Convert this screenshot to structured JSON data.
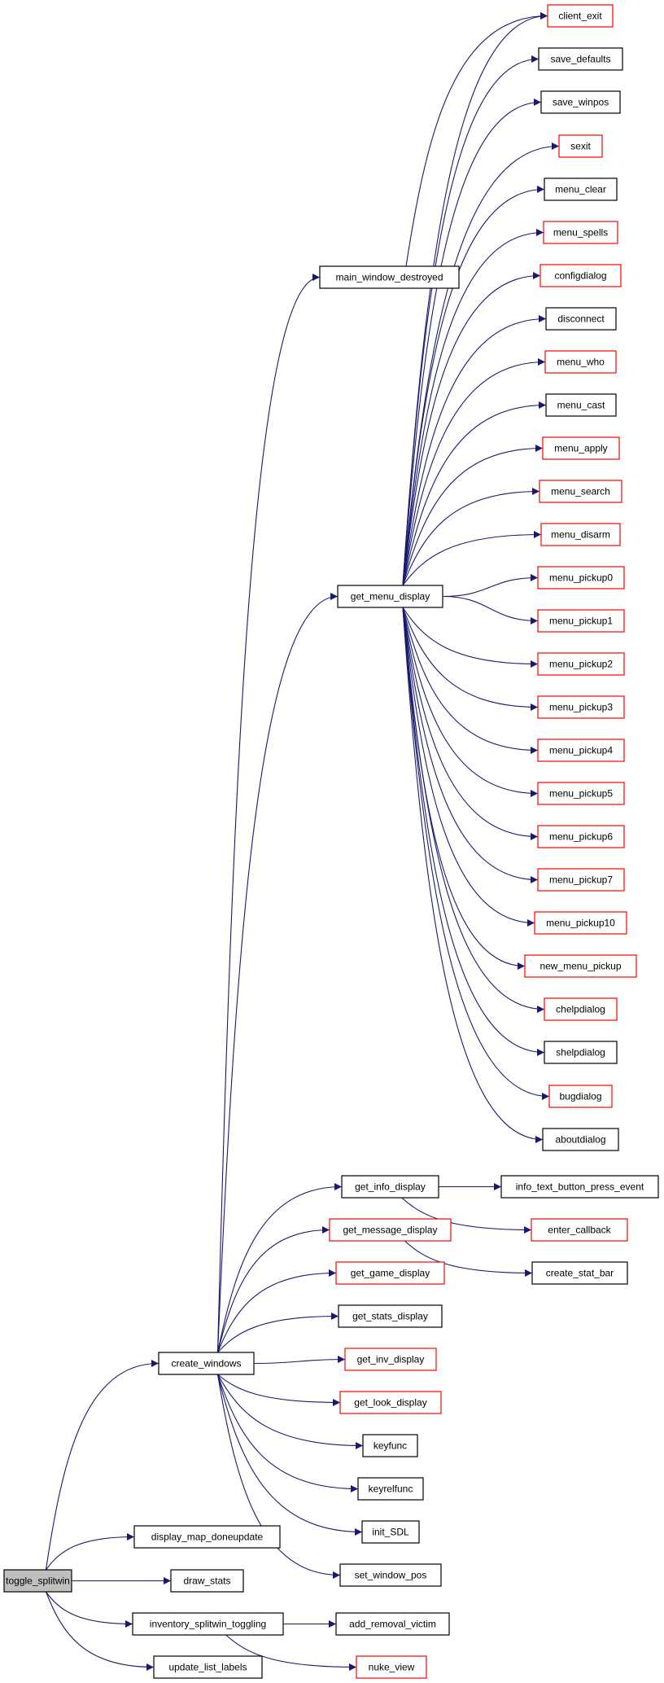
{
  "diagram": {
    "nodes": [
      {
        "id": "toggle_splitwin",
        "label": "toggle_splitwin",
        "style": "root"
      },
      {
        "id": "create_windows",
        "label": "create_windows",
        "style": "black"
      },
      {
        "id": "display_map_doneupdate",
        "label": "display_map_doneupdate",
        "style": "black"
      },
      {
        "id": "draw_stats",
        "label": "draw_stats",
        "style": "black"
      },
      {
        "id": "inventory_splitwin_toggling",
        "label": "inventory_splitwin_toggling",
        "style": "black"
      },
      {
        "id": "update_list_labels",
        "label": "update_list_labels",
        "style": "black"
      },
      {
        "id": "main_window_destroyed",
        "label": "main_window_destroyed",
        "style": "black"
      },
      {
        "id": "get_menu_display",
        "label": "get_menu_display",
        "style": "black"
      },
      {
        "id": "get_info_display",
        "label": "get_info_display",
        "style": "black"
      },
      {
        "id": "get_message_display",
        "label": "get_message_display",
        "style": "red"
      },
      {
        "id": "get_game_display",
        "label": "get_game_display",
        "style": "red"
      },
      {
        "id": "get_stats_display",
        "label": "get_stats_display",
        "style": "black"
      },
      {
        "id": "get_inv_display",
        "label": "get_inv_display",
        "style": "red"
      },
      {
        "id": "get_look_display",
        "label": "get_look_display",
        "style": "red"
      },
      {
        "id": "keyfunc",
        "label": "keyfunc",
        "style": "black"
      },
      {
        "id": "keyrelfunc",
        "label": "keyrelfunc",
        "style": "black"
      },
      {
        "id": "init_SDL",
        "label": "init_SDL",
        "style": "black"
      },
      {
        "id": "set_window_pos",
        "label": "set_window_pos",
        "style": "black"
      },
      {
        "id": "add_removal_victim",
        "label": "add_removal_victim",
        "style": "black"
      },
      {
        "id": "nuke_view",
        "label": "nuke_view",
        "style": "red"
      },
      {
        "id": "info_text_button_press_event",
        "label": "info_text_button_press_event",
        "style": "black"
      },
      {
        "id": "enter_callback",
        "label": "enter_callback",
        "style": "red"
      },
      {
        "id": "create_stat_bar",
        "label": "create_stat_bar",
        "style": "black"
      },
      {
        "id": "client_exit",
        "label": "client_exit",
        "style": "red"
      },
      {
        "id": "save_defaults",
        "label": "save_defaults",
        "style": "black"
      },
      {
        "id": "save_winpos",
        "label": "save_winpos",
        "style": "black"
      },
      {
        "id": "sexit",
        "label": "sexit",
        "style": "red"
      },
      {
        "id": "menu_clear",
        "label": "menu_clear",
        "style": "black"
      },
      {
        "id": "menu_spells",
        "label": "menu_spells",
        "style": "red"
      },
      {
        "id": "configdialog",
        "label": "configdialog",
        "style": "red"
      },
      {
        "id": "disconnect",
        "label": "disconnect",
        "style": "black"
      },
      {
        "id": "menu_who",
        "label": "menu_who",
        "style": "red"
      },
      {
        "id": "menu_cast",
        "label": "menu_cast",
        "style": "black"
      },
      {
        "id": "menu_apply",
        "label": "menu_apply",
        "style": "red"
      },
      {
        "id": "menu_search",
        "label": "menu_search",
        "style": "red"
      },
      {
        "id": "menu_disarm",
        "label": "menu_disarm",
        "style": "red"
      },
      {
        "id": "menu_pickup0",
        "label": "menu_pickup0",
        "style": "red"
      },
      {
        "id": "menu_pickup1",
        "label": "menu_pickup1",
        "style": "red"
      },
      {
        "id": "menu_pickup2",
        "label": "menu_pickup2",
        "style": "red"
      },
      {
        "id": "menu_pickup3",
        "label": "menu_pickup3",
        "style": "red"
      },
      {
        "id": "menu_pickup4",
        "label": "menu_pickup4",
        "style": "red"
      },
      {
        "id": "menu_pickup5",
        "label": "menu_pickup5",
        "style": "red"
      },
      {
        "id": "menu_pickup6",
        "label": "menu_pickup6",
        "style": "red"
      },
      {
        "id": "menu_pickup7",
        "label": "menu_pickup7",
        "style": "red"
      },
      {
        "id": "menu_pickup10",
        "label": "menu_pickup10",
        "style": "red"
      },
      {
        "id": "new_menu_pickup",
        "label": "new_menu_pickup",
        "style": "red"
      },
      {
        "id": "chelpdialog",
        "label": "chelpdialog",
        "style": "red"
      },
      {
        "id": "shelpdialog",
        "label": "shelpdialog",
        "style": "black"
      },
      {
        "id": "bugdialog",
        "label": "bugdialog",
        "style": "red"
      },
      {
        "id": "aboutdialog",
        "label": "aboutdialog",
        "style": "black"
      }
    ],
    "edges": [
      [
        "toggle_splitwin",
        "create_windows"
      ],
      [
        "toggle_splitwin",
        "display_map_doneupdate"
      ],
      [
        "toggle_splitwin",
        "draw_stats"
      ],
      [
        "toggle_splitwin",
        "inventory_splitwin_toggling"
      ],
      [
        "toggle_splitwin",
        "update_list_labels"
      ],
      [
        "create_windows",
        "main_window_destroyed"
      ],
      [
        "create_windows",
        "get_menu_display"
      ],
      [
        "create_windows",
        "get_info_display"
      ],
      [
        "create_windows",
        "get_message_display"
      ],
      [
        "create_windows",
        "get_game_display"
      ],
      [
        "create_windows",
        "get_stats_display"
      ],
      [
        "create_windows",
        "get_inv_display"
      ],
      [
        "create_windows",
        "get_look_display"
      ],
      [
        "create_windows",
        "keyfunc"
      ],
      [
        "create_windows",
        "keyrelfunc"
      ],
      [
        "create_windows",
        "init_SDL"
      ],
      [
        "create_windows",
        "set_window_pos"
      ],
      [
        "inventory_splitwin_toggling",
        "add_removal_victim"
      ],
      [
        "inventory_splitwin_toggling",
        "nuke_view"
      ],
      [
        "main_window_destroyed",
        "client_exit"
      ],
      [
        "get_menu_display",
        "client_exit"
      ],
      [
        "get_menu_display",
        "save_defaults"
      ],
      [
        "get_menu_display",
        "save_winpos"
      ],
      [
        "get_menu_display",
        "sexit"
      ],
      [
        "get_menu_display",
        "menu_clear"
      ],
      [
        "get_menu_display",
        "menu_spells"
      ],
      [
        "get_menu_display",
        "configdialog"
      ],
      [
        "get_menu_display",
        "disconnect"
      ],
      [
        "get_menu_display",
        "menu_who"
      ],
      [
        "get_menu_display",
        "menu_cast"
      ],
      [
        "get_menu_display",
        "menu_apply"
      ],
      [
        "get_menu_display",
        "menu_search"
      ],
      [
        "get_menu_display",
        "menu_disarm"
      ],
      [
        "get_menu_display",
        "menu_pickup0"
      ],
      [
        "get_menu_display",
        "menu_pickup1"
      ],
      [
        "get_menu_display",
        "menu_pickup2"
      ],
      [
        "get_menu_display",
        "menu_pickup3"
      ],
      [
        "get_menu_display",
        "menu_pickup4"
      ],
      [
        "get_menu_display",
        "menu_pickup5"
      ],
      [
        "get_menu_display",
        "menu_pickup6"
      ],
      [
        "get_menu_display",
        "menu_pickup7"
      ],
      [
        "get_menu_display",
        "menu_pickup10"
      ],
      [
        "get_menu_display",
        "new_menu_pickup"
      ],
      [
        "get_menu_display",
        "chelpdialog"
      ],
      [
        "get_menu_display",
        "shelpdialog"
      ],
      [
        "get_menu_display",
        "bugdialog"
      ],
      [
        "get_menu_display",
        "aboutdialog"
      ],
      [
        "get_info_display",
        "info_text_button_press_event"
      ],
      [
        "get_info_display",
        "enter_callback"
      ],
      [
        "get_message_display",
        "create_stat_bar"
      ]
    ]
  }
}
